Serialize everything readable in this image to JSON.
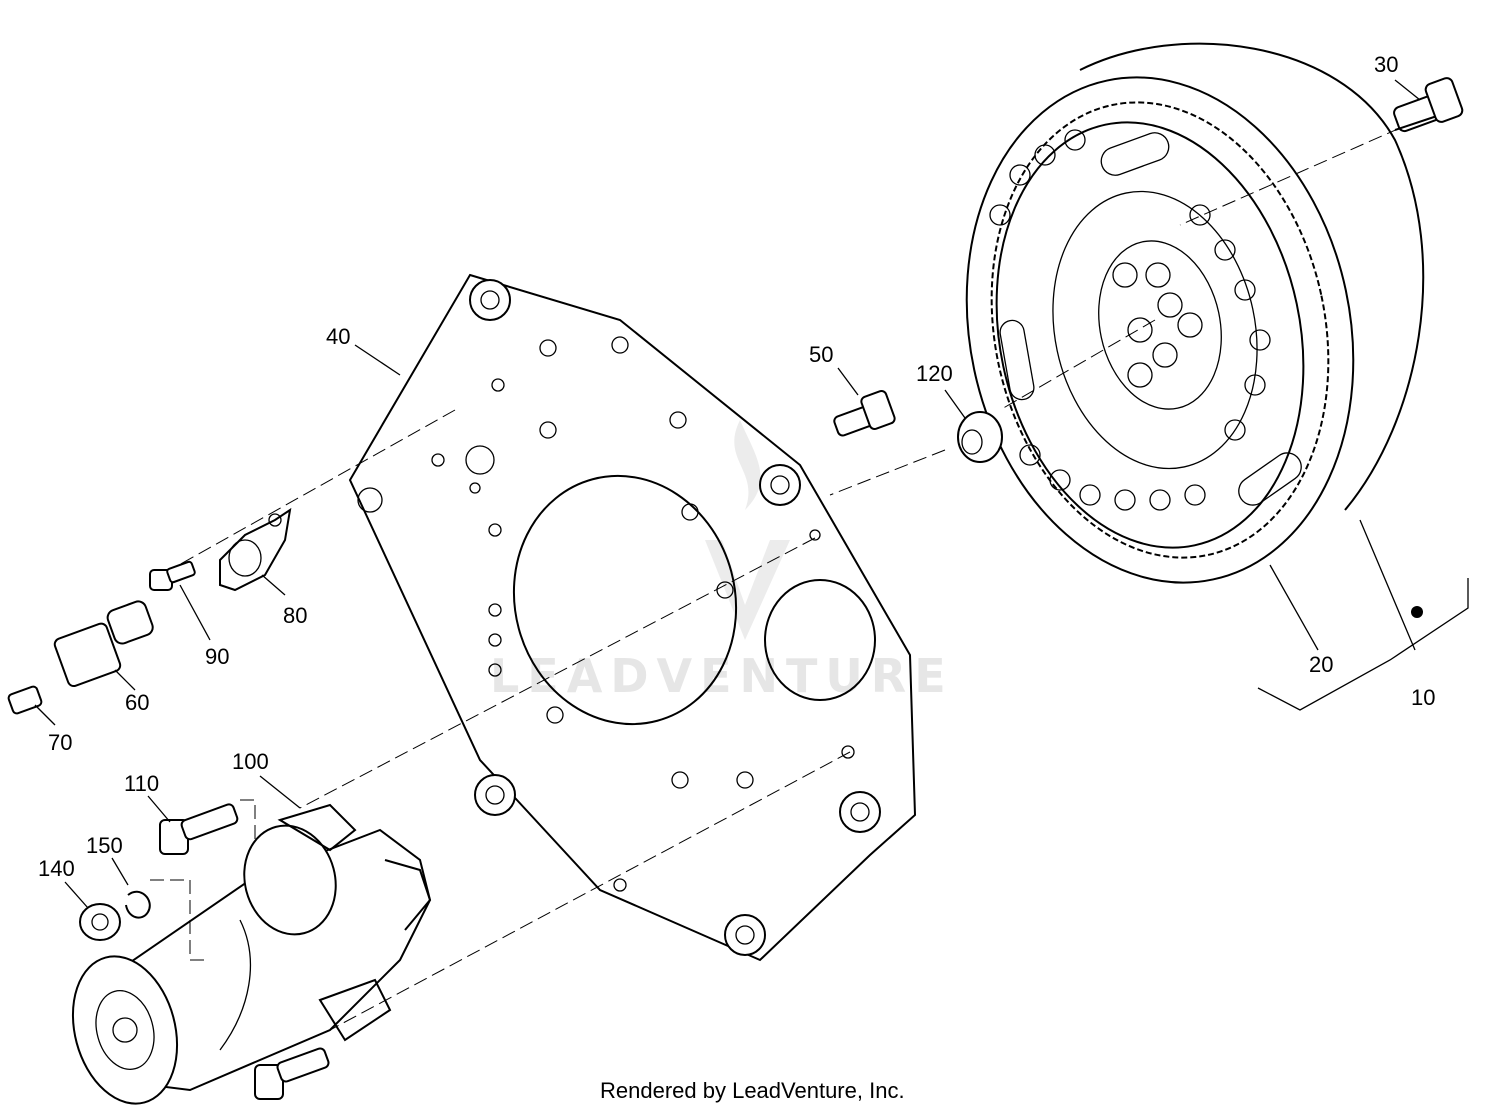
{
  "watermark": "LEADVENTURE",
  "footer": {
    "credit": "Rendered by LeadVenture, Inc."
  },
  "callouts": {
    "c10": "10",
    "c20": "20",
    "c30": "30",
    "c40": "40",
    "c50": "50",
    "c60": "60",
    "c70": "70",
    "c80": "80",
    "c90": "90",
    "c100": "100",
    "c110": "110",
    "c120": "120",
    "c140": "140",
    "c150": "150"
  }
}
